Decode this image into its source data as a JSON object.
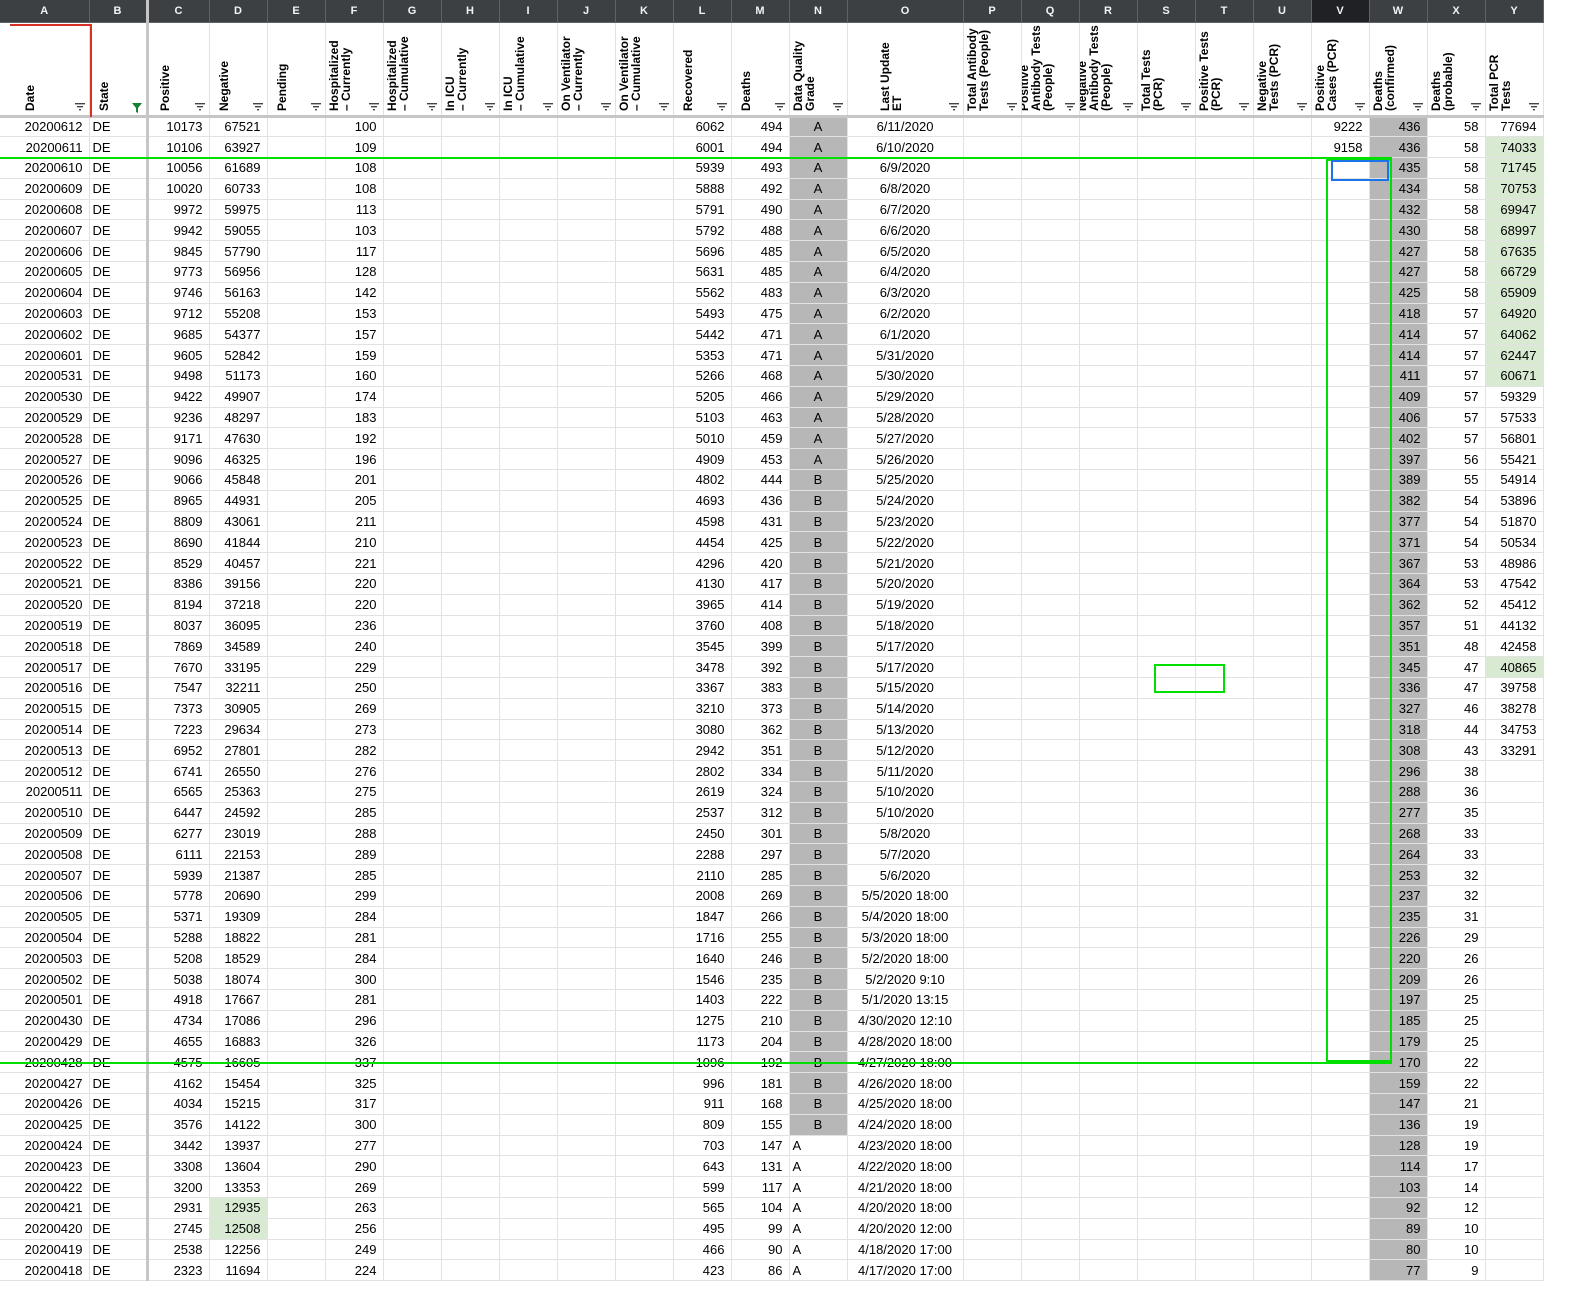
{
  "columns": [
    "A",
    "B",
    "C",
    "D",
    "E",
    "F",
    "G",
    "H",
    "I",
    "J",
    "K",
    "L",
    "M",
    "N",
    "O",
    "P",
    "Q",
    "R",
    "S",
    "T",
    "U",
    "V",
    "W",
    "X",
    "Y"
  ],
  "selected_column": "V",
  "headers": [
    "Date",
    "State",
    "Positive",
    "Negative",
    "Pending",
    "Hospitalized\n– Currently",
    "Hospitalized\n– Cumulative",
    "In ICU\n– Currently",
    "In ICU\n– Cumulative",
    "On Ventilator\n– Currently",
    "On Ventilator\n– Cumulative",
    "Recovered",
    "Deaths",
    "Data Quality\nGrade",
    "Last Update\nET",
    "Total Antibody\nTests (People)",
    "Positive\nAntibody Tests\n(People)",
    "Negative\nAntibody Tests\n(People)",
    "Total Tests\n(PCR)",
    "Positive Tests\n(PCR)",
    "Negative\nTests (PCR)",
    "Positive\nCases (PCR)",
    "Deaths\n(confirmed)",
    "Deaths\n(probable)",
    "Total PCR\nTests"
  ],
  "rows": [
    [
      "20200612",
      "DE",
      "10173",
      "67521",
      "",
      "100",
      "",
      "",
      "",
      "",
      "",
      "6062",
      "494",
      "A",
      "6/11/2020",
      "",
      "",
      "",
      "",
      "",
      "",
      "9222",
      "436",
      "58",
      "77694"
    ],
    [
      "20200611",
      "DE",
      "10106",
      "63927",
      "",
      "109",
      "",
      "",
      "",
      "",
      "",
      "6001",
      "494",
      "A",
      "6/10/2020",
      "",
      "",
      "",
      "",
      "",
      "",
      "9158",
      "436",
      "58",
      "74033"
    ],
    [
      "20200610",
      "DE",
      "10056",
      "61689",
      "",
      "108",
      "",
      "",
      "",
      "",
      "",
      "5939",
      "493",
      "A",
      "6/9/2020",
      "",
      "",
      "",
      "",
      "",
      "",
      "",
      "435",
      "58",
      "71745"
    ],
    [
      "20200609",
      "DE",
      "10020",
      "60733",
      "",
      "108",
      "",
      "",
      "",
      "",
      "",
      "5888",
      "492",
      "A",
      "6/8/2020",
      "",
      "",
      "",
      "",
      "",
      "",
      "",
      "434",
      "58",
      "70753"
    ],
    [
      "20200608",
      "DE",
      "9972",
      "59975",
      "",
      "113",
      "",
      "",
      "",
      "",
      "",
      "5791",
      "490",
      "A",
      "6/7/2020",
      "",
      "",
      "",
      "",
      "",
      "",
      "",
      "432",
      "58",
      "69947"
    ],
    [
      "20200607",
      "DE",
      "9942",
      "59055",
      "",
      "103",
      "",
      "",
      "",
      "",
      "",
      "5792",
      "488",
      "A",
      "6/6/2020",
      "",
      "",
      "",
      "",
      "",
      "",
      "",
      "430",
      "58",
      "68997"
    ],
    [
      "20200606",
      "DE",
      "9845",
      "57790",
      "",
      "117",
      "",
      "",
      "",
      "",
      "",
      "5696",
      "485",
      "A",
      "6/5/2020",
      "",
      "",
      "",
      "",
      "",
      "",
      "",
      "427",
      "58",
      "67635"
    ],
    [
      "20200605",
      "DE",
      "9773",
      "56956",
      "",
      "128",
      "",
      "",
      "",
      "",
      "",
      "5631",
      "485",
      "A",
      "6/4/2020",
      "",
      "",
      "",
      "",
      "",
      "",
      "",
      "427",
      "58",
      "66729"
    ],
    [
      "20200604",
      "DE",
      "9746",
      "56163",
      "",
      "142",
      "",
      "",
      "",
      "",
      "",
      "5562",
      "483",
      "A",
      "6/3/2020",
      "",
      "",
      "",
      "",
      "",
      "",
      "",
      "425",
      "58",
      "65909"
    ],
    [
      "20200603",
      "DE",
      "9712",
      "55208",
      "",
      "153",
      "",
      "",
      "",
      "",
      "",
      "5493",
      "475",
      "A",
      "6/2/2020",
      "",
      "",
      "",
      "",
      "",
      "",
      "",
      "418",
      "57",
      "64920"
    ],
    [
      "20200602",
      "DE",
      "9685",
      "54377",
      "",
      "157",
      "",
      "",
      "",
      "",
      "",
      "5442",
      "471",
      "A",
      "6/1/2020",
      "",
      "",
      "",
      "",
      "",
      "",
      "",
      "414",
      "57",
      "64062"
    ],
    [
      "20200601",
      "DE",
      "9605",
      "52842",
      "",
      "159",
      "",
      "",
      "",
      "",
      "",
      "5353",
      "471",
      "A",
      "5/31/2020",
      "",
      "",
      "",
      "",
      "",
      "",
      "",
      "414",
      "57",
      "62447"
    ],
    [
      "20200531",
      "DE",
      "9498",
      "51173",
      "",
      "160",
      "",
      "",
      "",
      "",
      "",
      "5266",
      "468",
      "A",
      "5/30/2020",
      "",
      "",
      "",
      "",
      "",
      "",
      "",
      "411",
      "57",
      "60671"
    ],
    [
      "20200530",
      "DE",
      "9422",
      "49907",
      "",
      "174",
      "",
      "",
      "",
      "",
      "",
      "5205",
      "466",
      "A",
      "5/29/2020",
      "",
      "",
      "",
      "",
      "",
      "",
      "",
      "409",
      "57",
      "59329"
    ],
    [
      "20200529",
      "DE",
      "9236",
      "48297",
      "",
      "183",
      "",
      "",
      "",
      "",
      "",
      "5103",
      "463",
      "A",
      "5/28/2020",
      "",
      "",
      "",
      "",
      "",
      "",
      "",
      "406",
      "57",
      "57533"
    ],
    [
      "20200528",
      "DE",
      "9171",
      "47630",
      "",
      "192",
      "",
      "",
      "",
      "",
      "",
      "5010",
      "459",
      "A",
      "5/27/2020",
      "",
      "",
      "",
      "",
      "",
      "",
      "",
      "402",
      "57",
      "56801"
    ],
    [
      "20200527",
      "DE",
      "9096",
      "46325",
      "",
      "196",
      "",
      "",
      "",
      "",
      "",
      "4909",
      "453",
      "A",
      "5/26/2020",
      "",
      "",
      "",
      "",
      "",
      "",
      "",
      "397",
      "56",
      "55421"
    ],
    [
      "20200526",
      "DE",
      "9066",
      "45848",
      "",
      "201",
      "",
      "",
      "",
      "",
      "",
      "4802",
      "444",
      "B",
      "5/25/2020",
      "",
      "",
      "",
      "",
      "",
      "",
      "",
      "389",
      "55",
      "54914"
    ],
    [
      "20200525",
      "DE",
      "8965",
      "44931",
      "",
      "205",
      "",
      "",
      "",
      "",
      "",
      "4693",
      "436",
      "B",
      "5/24/2020",
      "",
      "",
      "",
      "",
      "",
      "",
      "",
      "382",
      "54",
      "53896"
    ],
    [
      "20200524",
      "DE",
      "8809",
      "43061",
      "",
      "211",
      "",
      "",
      "",
      "",
      "",
      "4598",
      "431",
      "B",
      "5/23/2020",
      "",
      "",
      "",
      "",
      "",
      "",
      "",
      "377",
      "54",
      "51870"
    ],
    [
      "20200523",
      "DE",
      "8690",
      "41844",
      "",
      "210",
      "",
      "",
      "",
      "",
      "",
      "4454",
      "425",
      "B",
      "5/22/2020",
      "",
      "",
      "",
      "",
      "",
      "",
      "",
      "371",
      "54",
      "50534"
    ],
    [
      "20200522",
      "DE",
      "8529",
      "40457",
      "",
      "221",
      "",
      "",
      "",
      "",
      "",
      "4296",
      "420",
      "B",
      "5/21/2020",
      "",
      "",
      "",
      "",
      "",
      "",
      "",
      "367",
      "53",
      "48986"
    ],
    [
      "20200521",
      "DE",
      "8386",
      "39156",
      "",
      "220",
      "",
      "",
      "",
      "",
      "",
      "4130",
      "417",
      "B",
      "5/20/2020",
      "",
      "",
      "",
      "",
      "",
      "",
      "",
      "364",
      "53",
      "47542"
    ],
    [
      "20200520",
      "DE",
      "8194",
      "37218",
      "",
      "220",
      "",
      "",
      "",
      "",
      "",
      "3965",
      "414",
      "B",
      "5/19/2020",
      "",
      "",
      "",
      "",
      "",
      "",
      "",
      "362",
      "52",
      "45412"
    ],
    [
      "20200519",
      "DE",
      "8037",
      "36095",
      "",
      "236",
      "",
      "",
      "",
      "",
      "",
      "3760",
      "408",
      "B",
      "5/18/2020",
      "",
      "",
      "",
      "",
      "",
      "",
      "",
      "357",
      "51",
      "44132"
    ],
    [
      "20200518",
      "DE",
      "7869",
      "34589",
      "",
      "240",
      "",
      "",
      "",
      "",
      "",
      "3545",
      "399",
      "B",
      "5/17/2020",
      "",
      "",
      "",
      "",
      "",
      "",
      "",
      "351",
      "48",
      "42458"
    ],
    [
      "20200517",
      "DE",
      "7670",
      "33195",
      "",
      "229",
      "",
      "",
      "",
      "",
      "",
      "3478",
      "392",
      "B",
      "5/17/2020",
      "",
      "",
      "",
      "",
      "",
      "",
      "",
      "345",
      "47",
      "40865"
    ],
    [
      "20200516",
      "DE",
      "7547",
      "32211",
      "",
      "250",
      "",
      "",
      "",
      "",
      "",
      "3367",
      "383",
      "B",
      "5/15/2020",
      "",
      "",
      "",
      "",
      "",
      "",
      "",
      "336",
      "47",
      "39758"
    ],
    [
      "20200515",
      "DE",
      "7373",
      "30905",
      "",
      "269",
      "",
      "",
      "",
      "",
      "",
      "3210",
      "373",
      "B",
      "5/14/2020",
      "",
      "",
      "",
      "",
      "",
      "",
      "",
      "327",
      "46",
      "38278"
    ],
    [
      "20200514",
      "DE",
      "7223",
      "29634",
      "",
      "273",
      "",
      "",
      "",
      "",
      "",
      "3080",
      "362",
      "B",
      "5/13/2020",
      "",
      "",
      "",
      "",
      "",
      "",
      "",
      "318",
      "44",
      "34753"
    ],
    [
      "20200513",
      "DE",
      "6952",
      "27801",
      "",
      "282",
      "",
      "",
      "",
      "",
      "",
      "2942",
      "351",
      "B",
      "5/12/2020",
      "",
      "",
      "",
      "",
      "",
      "",
      "",
      "308",
      "43",
      "33291"
    ],
    [
      "20200512",
      "DE",
      "6741",
      "26550",
      "",
      "276",
      "",
      "",
      "",
      "",
      "",
      "2802",
      "334",
      "B",
      "5/11/2020",
      "",
      "",
      "",
      "",
      "",
      "",
      "",
      "296",
      "38",
      ""
    ],
    [
      "20200511",
      "DE",
      "6565",
      "25363",
      "",
      "275",
      "",
      "",
      "",
      "",
      "",
      "2619",
      "324",
      "B",
      "5/10/2020",
      "",
      "",
      "",
      "",
      "",
      "",
      "",
      "288",
      "36",
      ""
    ],
    [
      "20200510",
      "DE",
      "6447",
      "24592",
      "",
      "285",
      "",
      "",
      "",
      "",
      "",
      "2537",
      "312",
      "B",
      "5/10/2020",
      "",
      "",
      "",
      "",
      "",
      "",
      "",
      "277",
      "35",
      ""
    ],
    [
      "20200509",
      "DE",
      "6277",
      "23019",
      "",
      "288",
      "",
      "",
      "",
      "",
      "",
      "2450",
      "301",
      "B",
      "5/8/2020",
      "",
      "",
      "",
      "",
      "",
      "",
      "",
      "268",
      "33",
      ""
    ],
    [
      "20200508",
      "DE",
      "6111",
      "22153",
      "",
      "289",
      "",
      "",
      "",
      "",
      "",
      "2288",
      "297",
      "B",
      "5/7/2020",
      "",
      "",
      "",
      "",
      "",
      "",
      "",
      "264",
      "33",
      ""
    ],
    [
      "20200507",
      "DE",
      "5939",
      "21387",
      "",
      "285",
      "",
      "",
      "",
      "",
      "",
      "2110",
      "285",
      "B",
      "5/6/2020",
      "",
      "",
      "",
      "",
      "",
      "",
      "",
      "253",
      "32",
      ""
    ],
    [
      "20200506",
      "DE",
      "5778",
      "20690",
      "",
      "299",
      "",
      "",
      "",
      "",
      "",
      "2008",
      "269",
      "B",
      "5/5/2020 18:00",
      "",
      "",
      "",
      "",
      "",
      "",
      "",
      "237",
      "32",
      ""
    ],
    [
      "20200505",
      "DE",
      "5371",
      "19309",
      "",
      "284",
      "",
      "",
      "",
      "",
      "",
      "1847",
      "266",
      "B",
      "5/4/2020 18:00",
      "",
      "",
      "",
      "",
      "",
      "",
      "",
      "235",
      "31",
      ""
    ],
    [
      "20200504",
      "DE",
      "5288",
      "18822",
      "",
      "281",
      "",
      "",
      "",
      "",
      "",
      "1716",
      "255",
      "B",
      "5/3/2020 18:00",
      "",
      "",
      "",
      "",
      "",
      "",
      "",
      "226",
      "29",
      ""
    ],
    [
      "20200503",
      "DE",
      "5208",
      "18529",
      "",
      "284",
      "",
      "",
      "",
      "",
      "",
      "1640",
      "246",
      "B",
      "5/2/2020 18:00",
      "",
      "",
      "",
      "",
      "",
      "",
      "",
      "220",
      "26",
      ""
    ],
    [
      "20200502",
      "DE",
      "5038",
      "18074",
      "",
      "300",
      "",
      "",
      "",
      "",
      "",
      "1546",
      "235",
      "B",
      "5/2/2020 9:10",
      "",
      "",
      "",
      "",
      "",
      "",
      "",
      "209",
      "26",
      ""
    ],
    [
      "20200501",
      "DE",
      "4918",
      "17667",
      "",
      "281",
      "",
      "",
      "",
      "",
      "",
      "1403",
      "222",
      "B",
      "5/1/2020 13:15",
      "",
      "",
      "",
      "",
      "",
      "",
      "",
      "197",
      "25",
      ""
    ],
    [
      "20200430",
      "DE",
      "4734",
      "17086",
      "",
      "296",
      "",
      "",
      "",
      "",
      "",
      "1275",
      "210",
      "B",
      "4/30/2020 12:10",
      "",
      "",
      "",
      "",
      "",
      "",
      "",
      "185",
      "25",
      ""
    ],
    [
      "20200429",
      "DE",
      "4655",
      "16883",
      "",
      "326",
      "",
      "",
      "",
      "",
      "",
      "1173",
      "204",
      "B",
      "4/28/2020 18:00",
      "",
      "",
      "",
      "",
      "",
      "",
      "",
      "179",
      "25",
      ""
    ],
    [
      "20200428",
      "DE",
      "4575",
      "16605",
      "",
      "337",
      "",
      "",
      "",
      "",
      "",
      "1096",
      "192",
      "B",
      "4/27/2020 18:00",
      "",
      "",
      "",
      "",
      "",
      "",
      "",
      "170",
      "22",
      ""
    ],
    [
      "20200427",
      "DE",
      "4162",
      "15454",
      "",
      "325",
      "",
      "",
      "",
      "",
      "",
      "996",
      "181",
      "B",
      "4/26/2020 18:00",
      "",
      "",
      "",
      "",
      "",
      "",
      "",
      "159",
      "22",
      ""
    ],
    [
      "20200426",
      "DE",
      "4034",
      "15215",
      "",
      "317",
      "",
      "",
      "",
      "",
      "",
      "911",
      "168",
      "B",
      "4/25/2020 18:00",
      "",
      "",
      "",
      "",
      "",
      "",
      "",
      "147",
      "21",
      ""
    ],
    [
      "20200425",
      "DE",
      "3576",
      "14122",
      "",
      "300",
      "",
      "",
      "",
      "",
      "",
      "809",
      "155",
      "B",
      "4/24/2020 18:00",
      "",
      "",
      "",
      "",
      "",
      "",
      "",
      "136",
      "19",
      ""
    ],
    [
      "20200424",
      "DE",
      "3442",
      "13937",
      "",
      "277",
      "",
      "",
      "",
      "",
      "",
      "703",
      "147",
      "A",
      "4/23/2020 18:00",
      "",
      "",
      "",
      "",
      "",
      "",
      "",
      "128",
      "19",
      ""
    ],
    [
      "20200423",
      "DE",
      "3308",
      "13604",
      "",
      "290",
      "",
      "",
      "",
      "",
      "",
      "643",
      "131",
      "A",
      "4/22/2020 18:00",
      "",
      "",
      "",
      "",
      "",
      "",
      "",
      "114",
      "17",
      ""
    ],
    [
      "20200422",
      "DE",
      "3200",
      "13353",
      "",
      "269",
      "",
      "",
      "",
      "",
      "",
      "599",
      "117",
      "A",
      "4/21/2020 18:00",
      "",
      "",
      "",
      "",
      "",
      "",
      "",
      "103",
      "14",
      ""
    ],
    [
      "20200421",
      "DE",
      "2931",
      "12935",
      "",
      "263",
      "",
      "",
      "",
      "",
      "",
      "565",
      "104",
      "A",
      "4/20/2020 18:00",
      "",
      "",
      "",
      "",
      "",
      "",
      "",
      "92",
      "12",
      ""
    ],
    [
      "20200420",
      "DE",
      "2745",
      "12508",
      "",
      "256",
      "",
      "",
      "",
      "",
      "",
      "495",
      "99",
      "A",
      "4/20/2020 12:00",
      "",
      "",
      "",
      "",
      "",
      "",
      "",
      "89",
      "10",
      ""
    ],
    [
      "20200419",
      "DE",
      "2538",
      "12256",
      "",
      "249",
      "",
      "",
      "",
      "",
      "",
      "466",
      "90",
      "A",
      "4/18/2020 17:00",
      "",
      "",
      "",
      "",
      "",
      "",
      "",
      "80",
      "10",
      ""
    ],
    [
      "20200418",
      "DE",
      "2323",
      "11694",
      "",
      "224",
      "",
      "",
      "",
      "",
      "",
      "423",
      "86",
      "A",
      "4/17/2020 17:00",
      "",
      "",
      "",
      "",
      "",
      "",
      "",
      "77",
      "9",
      ""
    ]
  ],
  "colors": {
    "letter_bar": "#3c4043",
    "grey_fill": "#b7b7b7",
    "green_header": "#b7e1b0",
    "green_cell": "#d9ead3",
    "yellow_header": "#fce8b2",
    "selection_blue": "#1a73e8",
    "annotation_green": "#00e000",
    "date_header_outline": "#d93025"
  }
}
